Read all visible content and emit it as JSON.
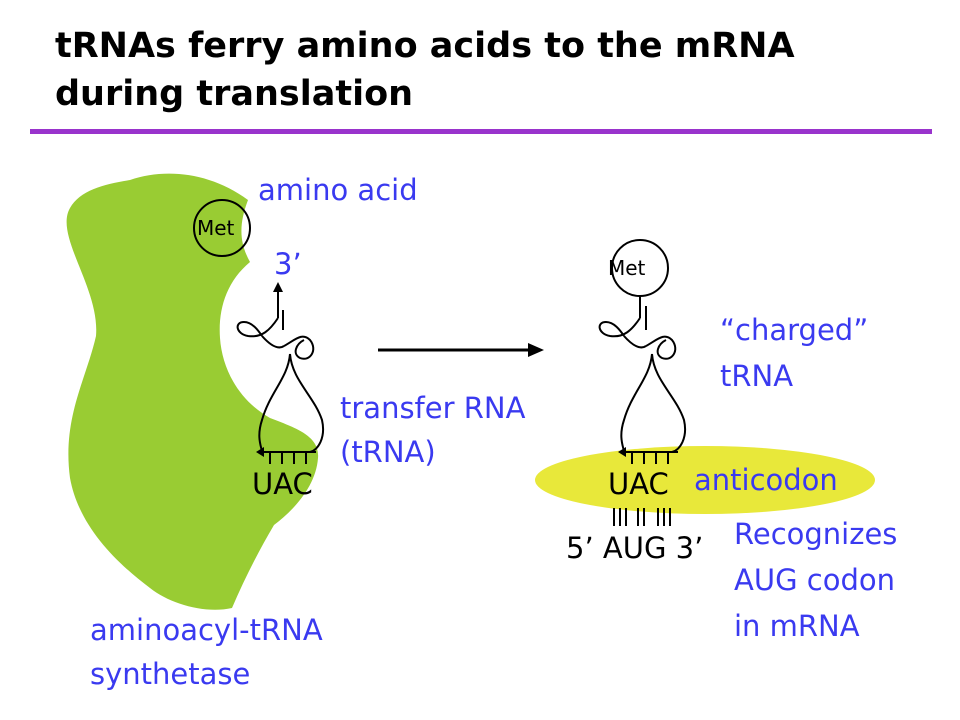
{
  "slide": {
    "title_line1": "tRNAs ferry amino acids to the mRNA",
    "title_line2": "during translation"
  },
  "labels": {
    "amino_acid": "amino acid",
    "three_prime_left": "3’",
    "met_left": "Met",
    "met_right": "Met",
    "charged_line1": "“charged”",
    "charged_line2": "tRNA",
    "transfer_line1": "transfer RNA",
    "transfer_line2": "(tRNA)",
    "uac_left": "UAC",
    "uac_right": "UAC",
    "anticodon": "anticodon",
    "mrna_codon": "5’ AUG 3’",
    "recognizes_line1": "Recognizes",
    "recognizes_line2": "AUG codon",
    "recognizes_line3": "in mRNA",
    "synthetase_line1": "aminoacyl-tRNA",
    "synthetase_line2": "synthetase"
  },
  "colors": {
    "title_rule": "#9933cc",
    "synthetase": "#99cc33",
    "anticodon_highlight": "#e8e83a",
    "label_text": "#3a3af0"
  }
}
